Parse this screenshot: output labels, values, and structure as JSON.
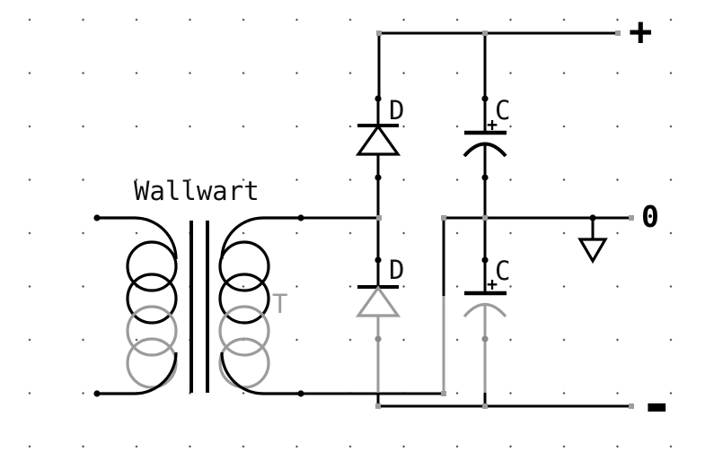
{
  "schematic": {
    "transformer": {
      "name": "Wallwart",
      "ref": "T"
    },
    "diodes": [
      {
        "ref": "D"
      },
      {
        "ref": "D"
      }
    ],
    "capacitors": [
      {
        "ref": "C",
        "polarity": "+"
      },
      {
        "ref": "C",
        "polarity": "+"
      }
    ],
    "rails": {
      "positive": "+",
      "zero": "0",
      "negative": "-"
    },
    "colors": {
      "wire": "#000000",
      "watermark_gray": "#9b9b9b",
      "endpoint_marker": "#9e9e9e",
      "grid_dot": "#414141",
      "background": "#ffffff"
    }
  }
}
